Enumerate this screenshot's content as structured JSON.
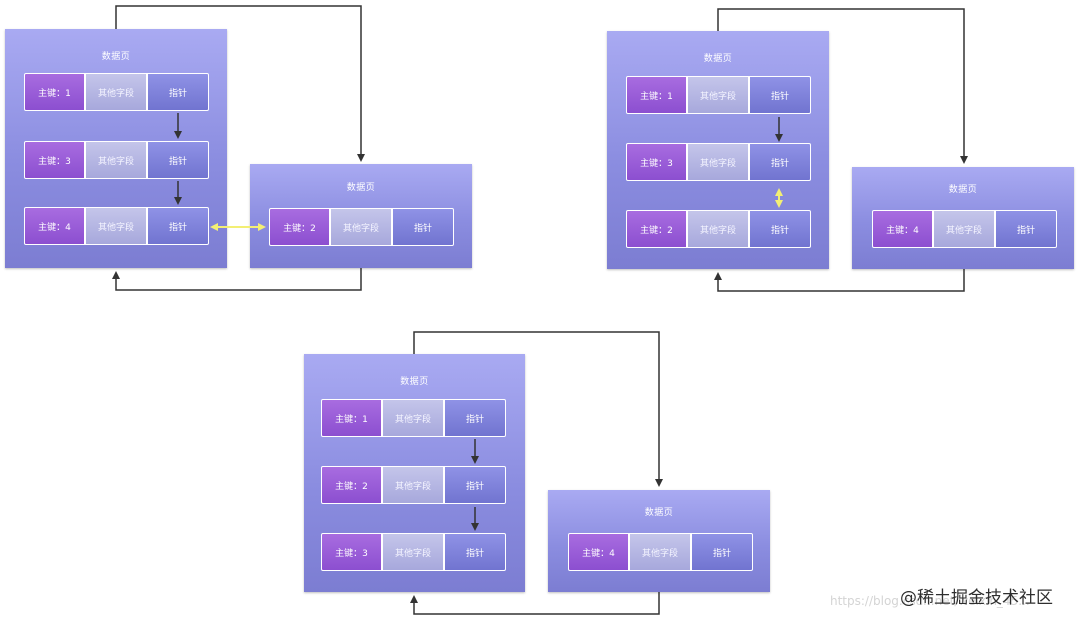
{
  "labels": {
    "page": "数据页",
    "other": "其他字段",
    "pointer": "指针"
  },
  "diagram1": {
    "left_rows": [
      "主键：1",
      "主键：3",
      "主键：4"
    ],
    "right_rows": [
      "主键：2"
    ]
  },
  "diagram2": {
    "left_rows": [
      "主键：1",
      "主键：3",
      "主键：2"
    ],
    "right_rows": [
      "主键：4"
    ]
  },
  "diagram3": {
    "left_rows": [
      "主键：1",
      "主键：2",
      "主键：3"
    ],
    "right_rows": [
      "主键：4"
    ]
  },
  "colors": {
    "page": "#9293e3",
    "key": "#9a5ed8",
    "other": "#b5b6e3",
    "pointer": "#8083da",
    "swap_arrow": "#f3ef74",
    "link_line": "#333333"
  },
  "watermark": "https://blog.csdn.net/weixin_45...",
  "brand": "@稀土掘金技术社区"
}
